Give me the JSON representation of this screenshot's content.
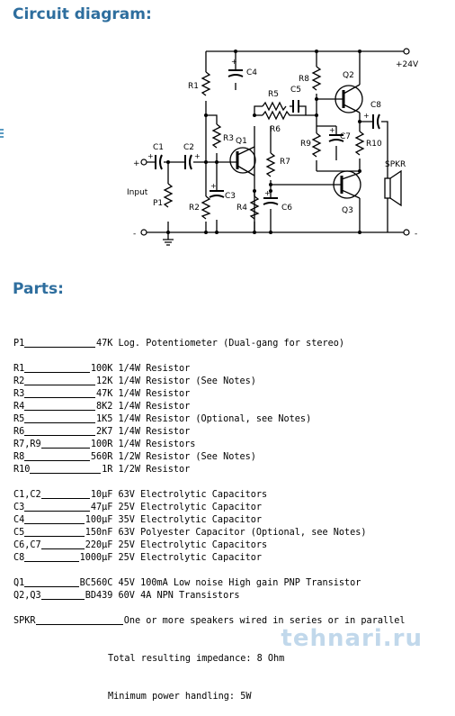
{
  "headings": {
    "circuit": "Circuit diagram:",
    "parts": "Parts:"
  },
  "diagram": {
    "supply_label": "+24V",
    "minus_label": "-",
    "plus_label": "+",
    "input_label": "Input",
    "speaker_label": "SPKR",
    "components": [
      "C1",
      "C2",
      "C3",
      "C4",
      "C5",
      "C6",
      "C7",
      "C8",
      "R1",
      "R2",
      "R3",
      "R4",
      "R5",
      "R6",
      "R7",
      "R8",
      "R9",
      "R10",
      "Q1",
      "Q2",
      "Q3",
      "P1"
    ]
  },
  "parts": [
    {
      "ref": "P1",
      "value": "47K",
      "desc": "Log. Potentiometer (Dual-gang for stereo)",
      "gap": false
    },
    {
      "ref": "R1",
      "value": "100K",
      "desc": "1/4W Resistor",
      "gap": true
    },
    {
      "ref": "R2",
      "value": "12K",
      "desc": "1/4W Resistor (See Notes)",
      "gap": false
    },
    {
      "ref": "R3",
      "value": "47K",
      "desc": "1/4W Resistor",
      "gap": false
    },
    {
      "ref": "R4",
      "value": "8K2",
      "desc": "1/4W Resistor",
      "gap": false
    },
    {
      "ref": "R5",
      "value": "1K5",
      "desc": "1/4W Resistor (Optional, see Notes)",
      "gap": false
    },
    {
      "ref": "R6",
      "value": "2K7",
      "desc": "1/4W Resistor",
      "gap": false
    },
    {
      "ref": "R7,R9",
      "value": "100R",
      "desc": "1/4W Resistors",
      "gap": false
    },
    {
      "ref": "R8",
      "value": "560R",
      "desc": "1/2W Resistor (See Notes)",
      "gap": false
    },
    {
      "ref": "R10",
      "value": "1R",
      "desc": "1/2W Resistor",
      "gap": false
    },
    {
      "ref": "C1,C2",
      "value": "10µF",
      "desc": "63V Electrolytic Capacitors",
      "gap": true
    },
    {
      "ref": "C3",
      "value": "47µF",
      "desc": "25V Electrolytic Capacitor",
      "gap": false
    },
    {
      "ref": "C4",
      "value": "100µF",
      "desc": "35V Electrolytic Capacitor",
      "gap": false
    },
    {
      "ref": "C5",
      "value": "150nF",
      "desc": "63V Polyester Capacitor (Optional, see Notes)",
      "gap": false
    },
    {
      "ref": "C6,C7",
      "value": "220µF",
      "desc": "25V Electrolytic Capacitors",
      "gap": false
    },
    {
      "ref": "C8",
      "value": "1000µF",
      "desc": "25V Electrolytic Capacitor",
      "gap": false
    },
    {
      "ref": "Q1",
      "value": "BC560C",
      "desc": "45V 100mA Low noise High gain PNP Transistor",
      "gap": true
    },
    {
      "ref": "Q2,Q3",
      "value": "BD439",
      "desc": "60V 4A NPN Transistors",
      "gap": false
    },
    {
      "ref": "SPKR",
      "value": "",
      "desc": "One or more speakers wired in series or in parallel",
      "gap": true
    }
  ],
  "spkr_extra": [
    "Total resulting impedance: 8 Ohm",
    "Minimum power handling: 5W"
  ],
  "watermark": "tehnari.ru"
}
